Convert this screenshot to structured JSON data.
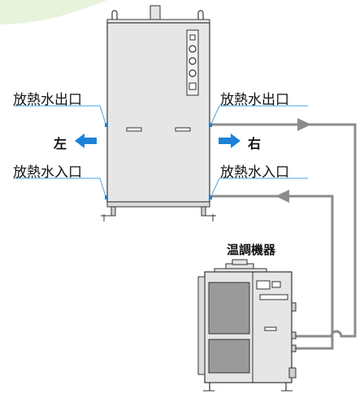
{
  "labels": {
    "outlet_left": "放熱水出口",
    "outlet_right": "放熱水出口",
    "inlet_left": "放熱水入口",
    "inlet_right": "放熱水入口",
    "dir_left": "左",
    "dir_right": "右",
    "chiller": "温調機器"
  },
  "colors": {
    "pipe": "#8c8c8c",
    "arrow_blue": "#1b82d8",
    "leader_blue": "#4aa3e6",
    "unit_fill": "#e6e6e6",
    "bg_arc": "#e8f3dc"
  }
}
